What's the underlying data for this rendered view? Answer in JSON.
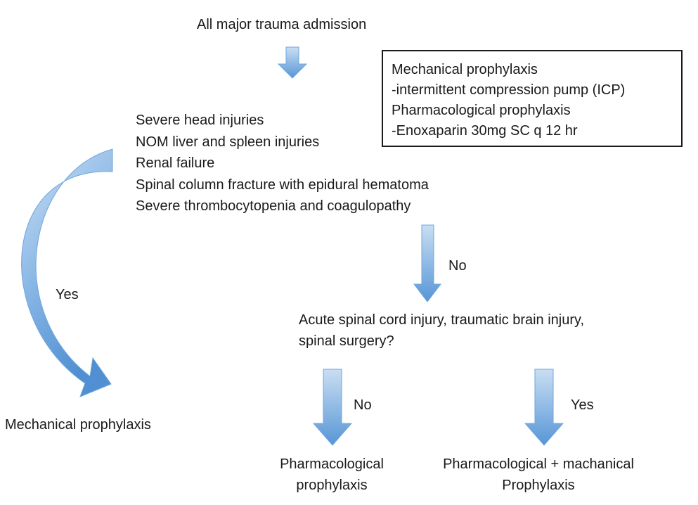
{
  "start": {
    "text": "All major trauma admission"
  },
  "legend": {
    "lines": [
      "Mechanical prophylaxis",
      "-intermittent compression pump (ICP)",
      "Pharmacological prophylaxis",
      "-Enoxaparin 30mg SC q 12 hr"
    ]
  },
  "contraindications": {
    "items": [
      "Severe head injuries",
      "NOM liver and spleen injuries",
      "Renal failure",
      "Spinal column fracture with epidural hematoma",
      "Severe thrombocytopenia and coagulopathy"
    ]
  },
  "labels": {
    "no_1": "No",
    "yes_1": "Yes",
    "no_2": "No",
    "yes_2": "Yes"
  },
  "question": {
    "line1": "Acute spinal cord injury, traumatic brain injury,",
    "line2": "spinal surgery?"
  },
  "outcomes": {
    "mechanical": "Mechanical prophylaxis",
    "pharm_line1": "Pharmacological",
    "pharm_line2": "prophylaxis",
    "combo_line1": "Pharmacological + machanical",
    "combo_line2": "Prophylaxis"
  },
  "colors": {
    "arrow_dark": "#5b9bd5",
    "arrow_light": "#c5dcf2",
    "text": "#1a1a1a"
  }
}
